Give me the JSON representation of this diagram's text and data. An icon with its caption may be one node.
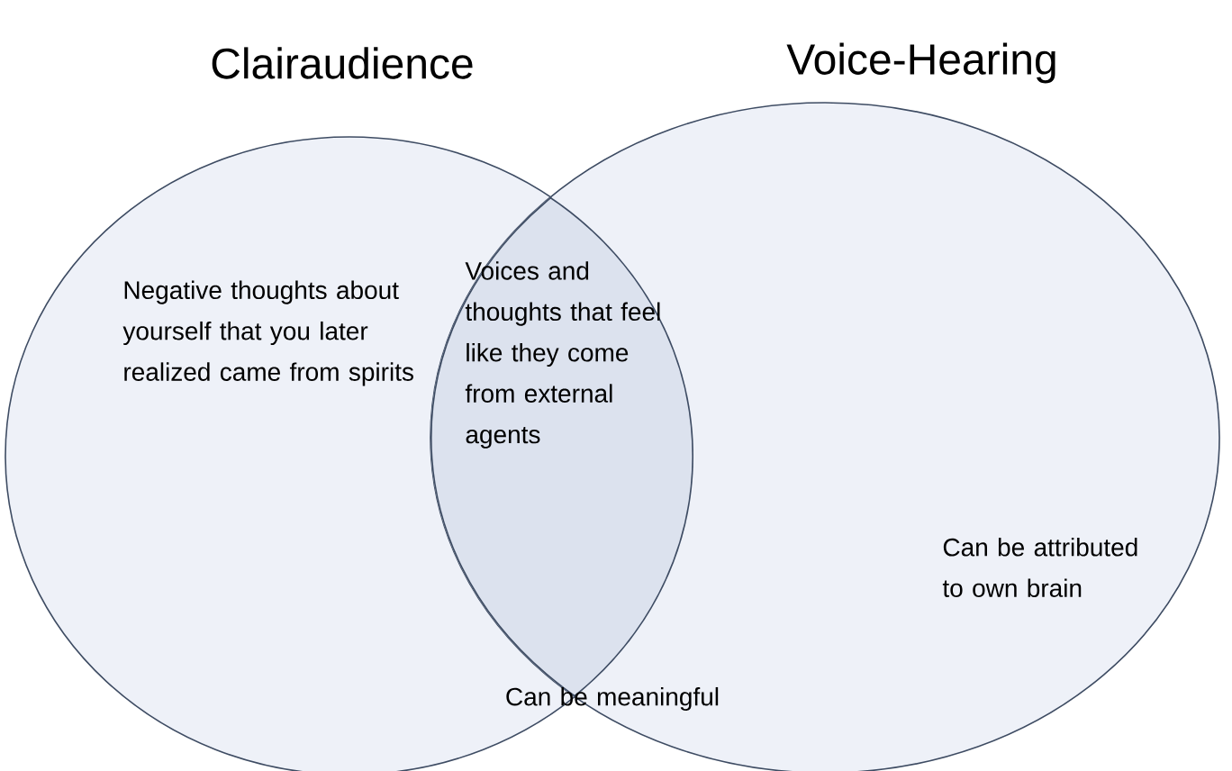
{
  "diagram": {
    "nodes": [
      {
        "text": [
          "Clairaudience",
          "Negative thoughts about yourself that you later realized came from spirits"
        ]
      },
      {
        "text": [
          "Voice-Hearing",
          "Can be attributed to own brain"
        ]
      }
    ],
    "labels": [
      "Voices and thoughts that feel like they come from external agents",
      "Can be meaningful"
    ]
  }
}
